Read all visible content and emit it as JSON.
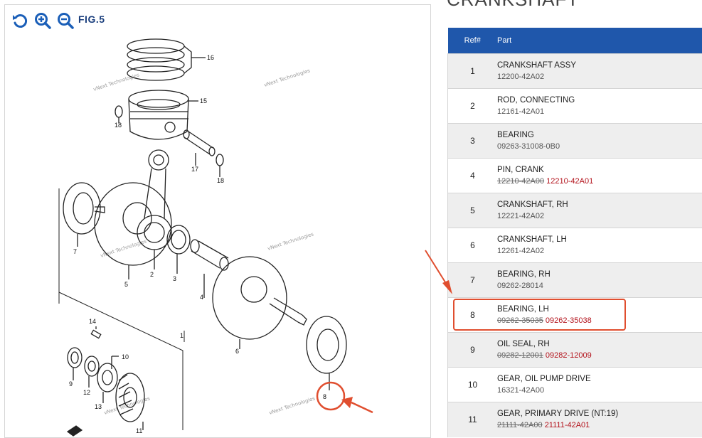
{
  "diagram": {
    "fig_label": "FIG.5",
    "watermark": "vNext Technologies",
    "callouts": [
      "16",
      "15",
      "18",
      "17",
      "18",
      "7",
      "2",
      "3",
      "4",
      "5",
      "1",
      "6",
      "14",
      "9",
      "12",
      "13",
      "11",
      "10",
      "8"
    ],
    "tools": {
      "reset_icon": "rotate-ccw",
      "zoom_in_icon": "magnifier-plus",
      "zoom_out_icon": "magnifier-minus"
    }
  },
  "title": "CRANKSHAFT",
  "table": {
    "headers": {
      "ref": "Ref#",
      "part": "Part"
    },
    "rows": [
      {
        "ref": "1",
        "name": "CRANKSHAFT ASSY",
        "number": "12200-42A02",
        "old": "",
        "new": ""
      },
      {
        "ref": "2",
        "name": "ROD, CONNECTING",
        "number": "12161-42A01",
        "old": "",
        "new": ""
      },
      {
        "ref": "3",
        "name": "BEARING",
        "number": "09263-31008-0B0",
        "old": "",
        "new": ""
      },
      {
        "ref": "4",
        "name": "PIN, CRANK",
        "number": "",
        "old": "12210-42A00",
        "new": "12210-42A01"
      },
      {
        "ref": "5",
        "name": "CRANKSHAFT, RH",
        "number": "12221-42A02",
        "old": "",
        "new": ""
      },
      {
        "ref": "6",
        "name": "CRANKSHAFT, LH",
        "number": "12261-42A02",
        "old": "",
        "new": ""
      },
      {
        "ref": "7",
        "name": "BEARING, RH",
        "number": "09262-28014",
        "old": "",
        "new": ""
      },
      {
        "ref": "8",
        "name": "BEARING, LH",
        "number": "",
        "old": "09262-35035",
        "new": "09262-35038"
      },
      {
        "ref": "9",
        "name": "OIL SEAL, RH",
        "number": "",
        "old": "09282-12001",
        "new": "09282-12009"
      },
      {
        "ref": "10",
        "name": "GEAR, OIL PUMP DRIVE",
        "number": "16321-42A00",
        "old": "",
        "new": ""
      },
      {
        "ref": "11",
        "name": "GEAR, PRIMARY DRIVE (NT:19)",
        "number": "",
        "old": "21111-42A00",
        "new": "21111-42A01"
      }
    ]
  },
  "colors": {
    "header_blue": "#1f57ab",
    "superseded_red": "#b3121b",
    "annotation_orange": "#e04e2f",
    "icon_blue": "#1b5fb8"
  }
}
